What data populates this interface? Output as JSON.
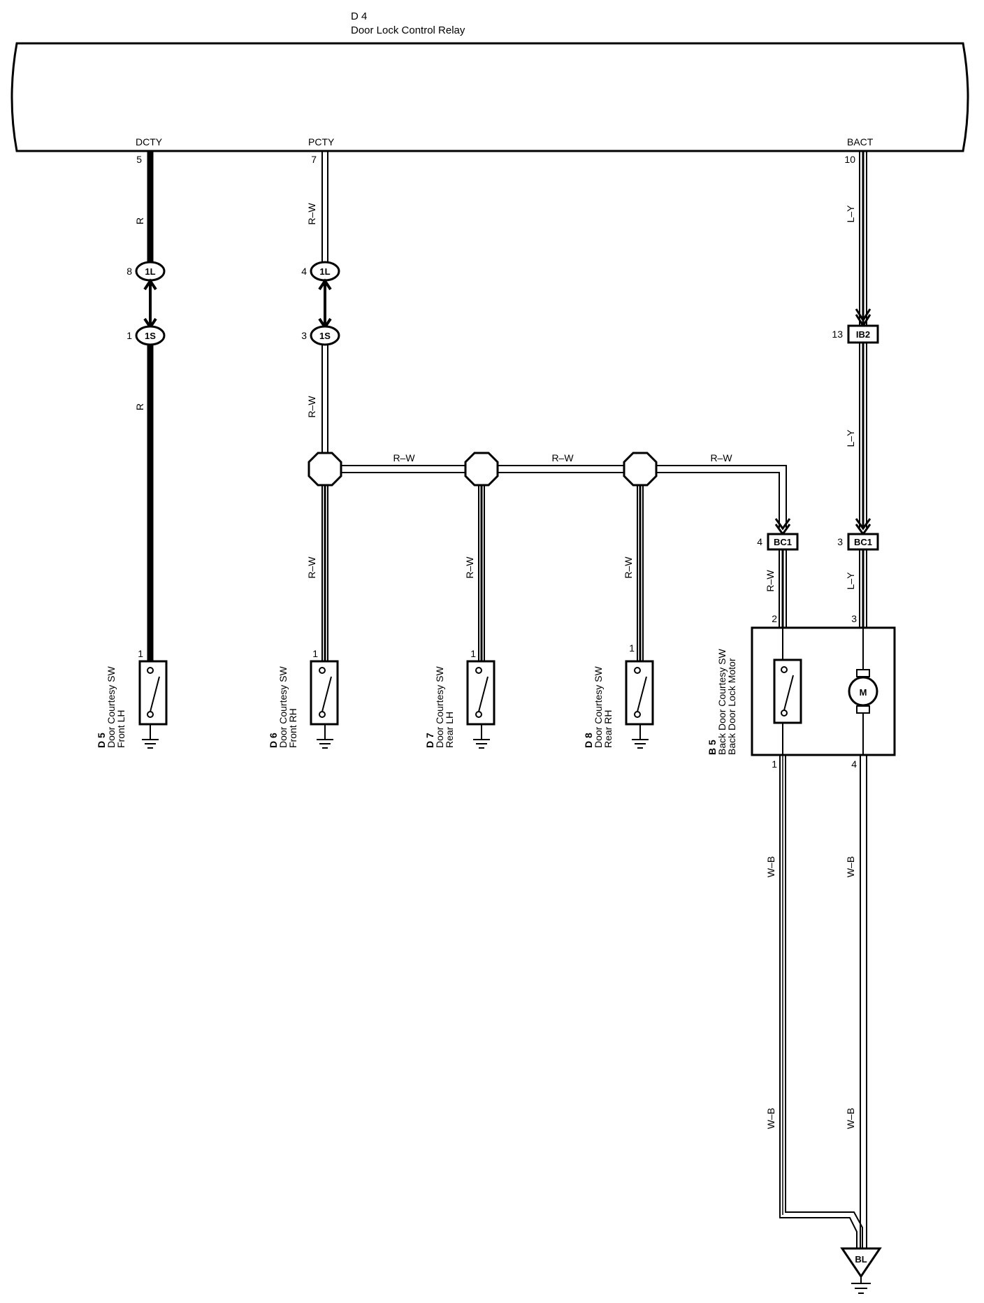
{
  "relay": {
    "code": "D 4",
    "name": "Door Lock Control Relay",
    "terminals": [
      {
        "label": "DCTY",
        "pin": "5"
      },
      {
        "label": "PCTY",
        "pin": "7"
      },
      {
        "label": "BACT",
        "pin": "10"
      }
    ]
  },
  "wires": {
    "dcty_upper": "R",
    "dcty_lower": "R",
    "pcty_upper": "R–W",
    "pcty_lower": "R–W",
    "bus_1": "R–W",
    "bus_2": "R–W",
    "bus_3": "R–W",
    "d6_branch": "R–W",
    "d7_branch": "R–W",
    "d8_branch": "R–W",
    "bc1_left": "R–W",
    "bact_upper": "L–Y",
    "bact_mid": "L–Y",
    "bact_lower": "L–Y",
    "gnd_left_upper": "W–B",
    "gnd_left_lower": "W–B",
    "gnd_right_upper": "W–B",
    "gnd_right_lower": "W–B"
  },
  "connectors": {
    "dcty_1l": {
      "label": "1L",
      "pin": "8"
    },
    "dcty_1s": {
      "label": "1S",
      "pin": "1"
    },
    "pcty_1l": {
      "label": "1L",
      "pin": "4"
    },
    "pcty_1s": {
      "label": "1S",
      "pin": "3"
    },
    "ib2": {
      "label": "IB2",
      "pin": "13"
    },
    "bc1_left": {
      "label": "BC1",
      "pin": "4"
    },
    "bc1_right": {
      "label": "BC1",
      "pin": "3"
    },
    "ground_bl": {
      "label": "BL"
    }
  },
  "components": {
    "d5": {
      "code": "D 5",
      "line1": "Door Courtesy SW",
      "line2": "Front LH",
      "pin": "1"
    },
    "d6": {
      "code": "D 6",
      "line1": "Door Courtesy SW",
      "line2": "Front RH",
      "pin": "1"
    },
    "d7": {
      "code": "D 7",
      "line1": "Door Courtesy SW",
      "line2": "Rear LH",
      "pin": "1"
    },
    "d8": {
      "code": "D 8",
      "line1": "Door Courtesy SW",
      "line2": "Rear RH",
      "pin": "1"
    },
    "b5": {
      "code": "B 5",
      "line1": "Back Door Courtesy SW",
      "line2": "Back Door Lock Motor",
      "pin_sw_top": "2",
      "pin_motor_top": "3",
      "pin_sw_bottom": "1",
      "pin_motor_bottom": "4",
      "motor_symbol": "M"
    }
  }
}
